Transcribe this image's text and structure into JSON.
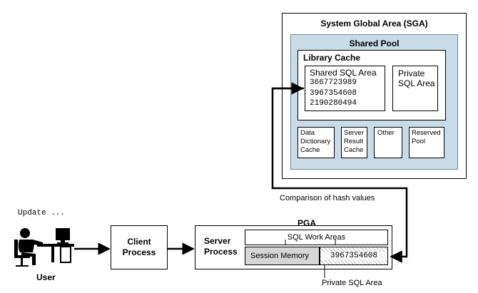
{
  "sga": {
    "title": "System Global Area (SGA)",
    "shared_pool": {
      "title": "Shared Pool",
      "library_cache": {
        "title": "Library Cache",
        "shared_sql_area": {
          "title": "Shared SQL Area",
          "hashes": [
            "3667723989",
            "3967354608",
            "2190280494"
          ]
        },
        "private_sql_area": {
          "line1": "Private",
          "line2": "SQL Area"
        }
      },
      "components": {
        "data_dictionary_cache": [
          "Data",
          "Dictionary",
          "Cache"
        ],
        "server_result_cache": [
          "Server",
          "Result",
          "Cache"
        ],
        "other": [
          "Other"
        ],
        "reserved_pool": [
          "Reserved",
          "Pool"
        ]
      }
    }
  },
  "comparison_label": "Comparison of hash values",
  "update_label": "Update ...",
  "user_label": "User",
  "client_process": {
    "line1": "Client",
    "line2": "Process"
  },
  "server_process": {
    "line1": "Server",
    "line2": "Process"
  },
  "pga": {
    "title": "PGA",
    "sql_work_areas": "SQL Work Areas",
    "session_memory": "Session Memory",
    "hash_value": "3967354608",
    "private_sql_area_label": "Private SQL Area"
  },
  "colors": {
    "shared_pool_fill": "#c9dbe7",
    "session_memory_fill": "#d6d6d6"
  }
}
